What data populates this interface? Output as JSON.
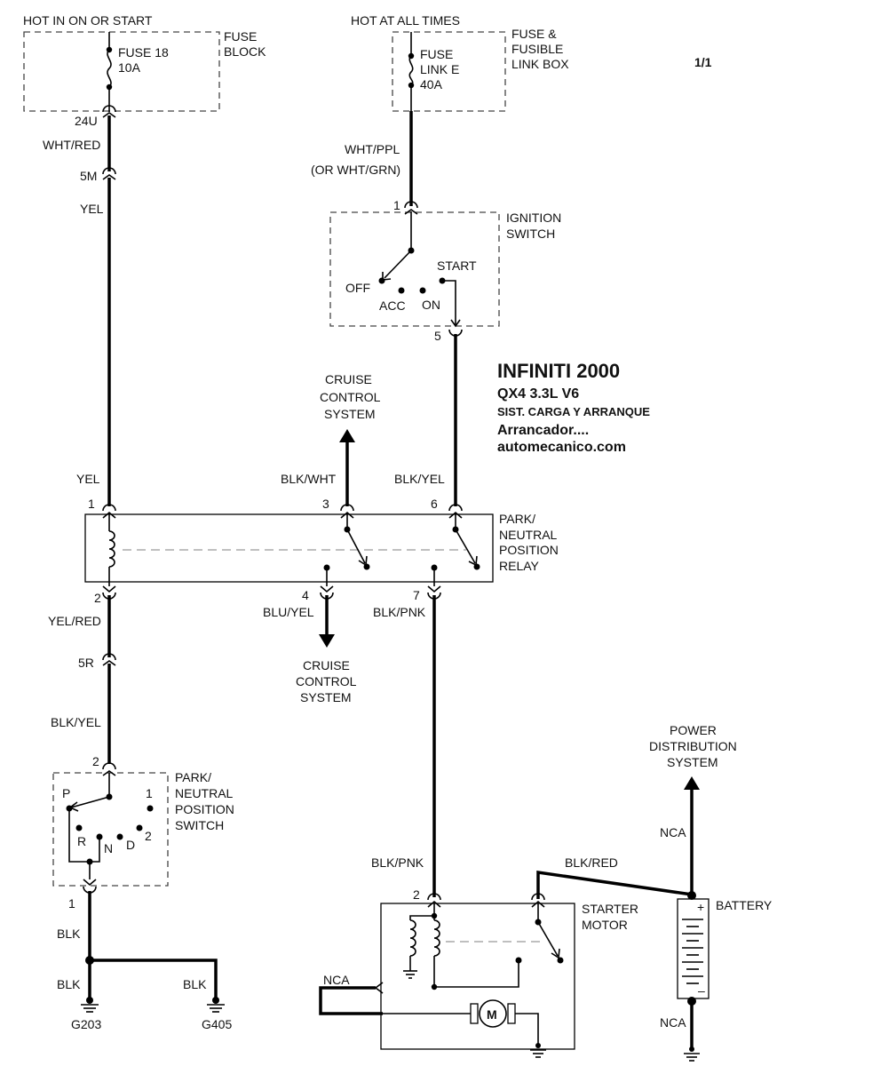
{
  "page_label": "1/1",
  "title": {
    "brand": "INFINITI 2000",
    "model": "QX4  3.3L  V6",
    "system": "SIST. CARGA Y ARRANQUE",
    "component": "Arrancador....",
    "site": "automecanico.com"
  },
  "sources": {
    "hot_run_start": "HOT IN ON OR START",
    "hot_always": "HOT AT ALL TIMES",
    "fuse_block": [
      "FUSE",
      "BLOCK"
    ],
    "fuse_link_box": [
      "FUSE &",
      "FUSIBLE",
      "LINK BOX"
    ],
    "fuse18": [
      "FUSE 18",
      "10A"
    ],
    "fuse_link_e": [
      "FUSE",
      "LINK E",
      "40A"
    ]
  },
  "connectors": {
    "c24u": "24U",
    "c5m": "5M",
    "c5r": "5R"
  },
  "wires": {
    "wht_red": "WHT/RED",
    "yel_upper": "YEL",
    "yel_lower": "YEL",
    "wht_ppl": "WHT/PPL",
    "wht_grn": "(OR WHT/GRN)",
    "blk_wht": "BLK/WHT",
    "blk_yel_top": "BLK/YEL",
    "yel_red": "YEL/RED",
    "blu_yel": "BLU/YEL",
    "blk_pnk_top": "BLK/PNK",
    "blk_yel_low": "BLK/YEL",
    "blk_pnk_low": "BLK/PNK",
    "blk_red": "BLK/RED",
    "blk_1": "BLK",
    "blk_2": "BLK",
    "blk_3": "BLK",
    "nca_left": "NCA",
    "nca_top": "NCA",
    "nca_bottom": "NCA"
  },
  "ignition_switch": {
    "label": [
      "IGNITION",
      "SWITCH"
    ],
    "pin_in": "1",
    "pin_out": "5",
    "positions": {
      "off": "OFF",
      "acc": "ACC",
      "on": "ON",
      "start": "START"
    }
  },
  "relay": {
    "label": [
      "PARK/",
      "NEUTRAL",
      "POSITION",
      "RELAY"
    ],
    "pins": {
      "p1": "1",
      "p2": "2",
      "p3": "3",
      "p4": "4",
      "p6": "6",
      "p7": "7"
    }
  },
  "cruise_top": [
    "CRUISE",
    "CONTROL",
    "SYSTEM"
  ],
  "cruise_bottom": [
    "CRUISE",
    "CONTROL",
    "SYSTEM"
  ],
  "pn_switch": {
    "label": [
      "PARK/",
      "NEUTRAL",
      "POSITION",
      "SWITCH"
    ],
    "pin_in": "2",
    "pin_out": "1",
    "positions": {
      "p": "P",
      "r": "R",
      "n": "N",
      "d": "D",
      "one": "1",
      "two": "2"
    }
  },
  "grounds": {
    "g203": "G203",
    "g405": "G405"
  },
  "starter": {
    "label": [
      "STARTER",
      "MOTOR"
    ],
    "pin": "2",
    "motor_symbol": "M"
  },
  "battery": {
    "label": "BATTERY",
    "plus": "+",
    "minus": "–"
  },
  "power_dist": [
    "POWER",
    "DISTRIBUTION",
    "SYSTEM"
  ]
}
